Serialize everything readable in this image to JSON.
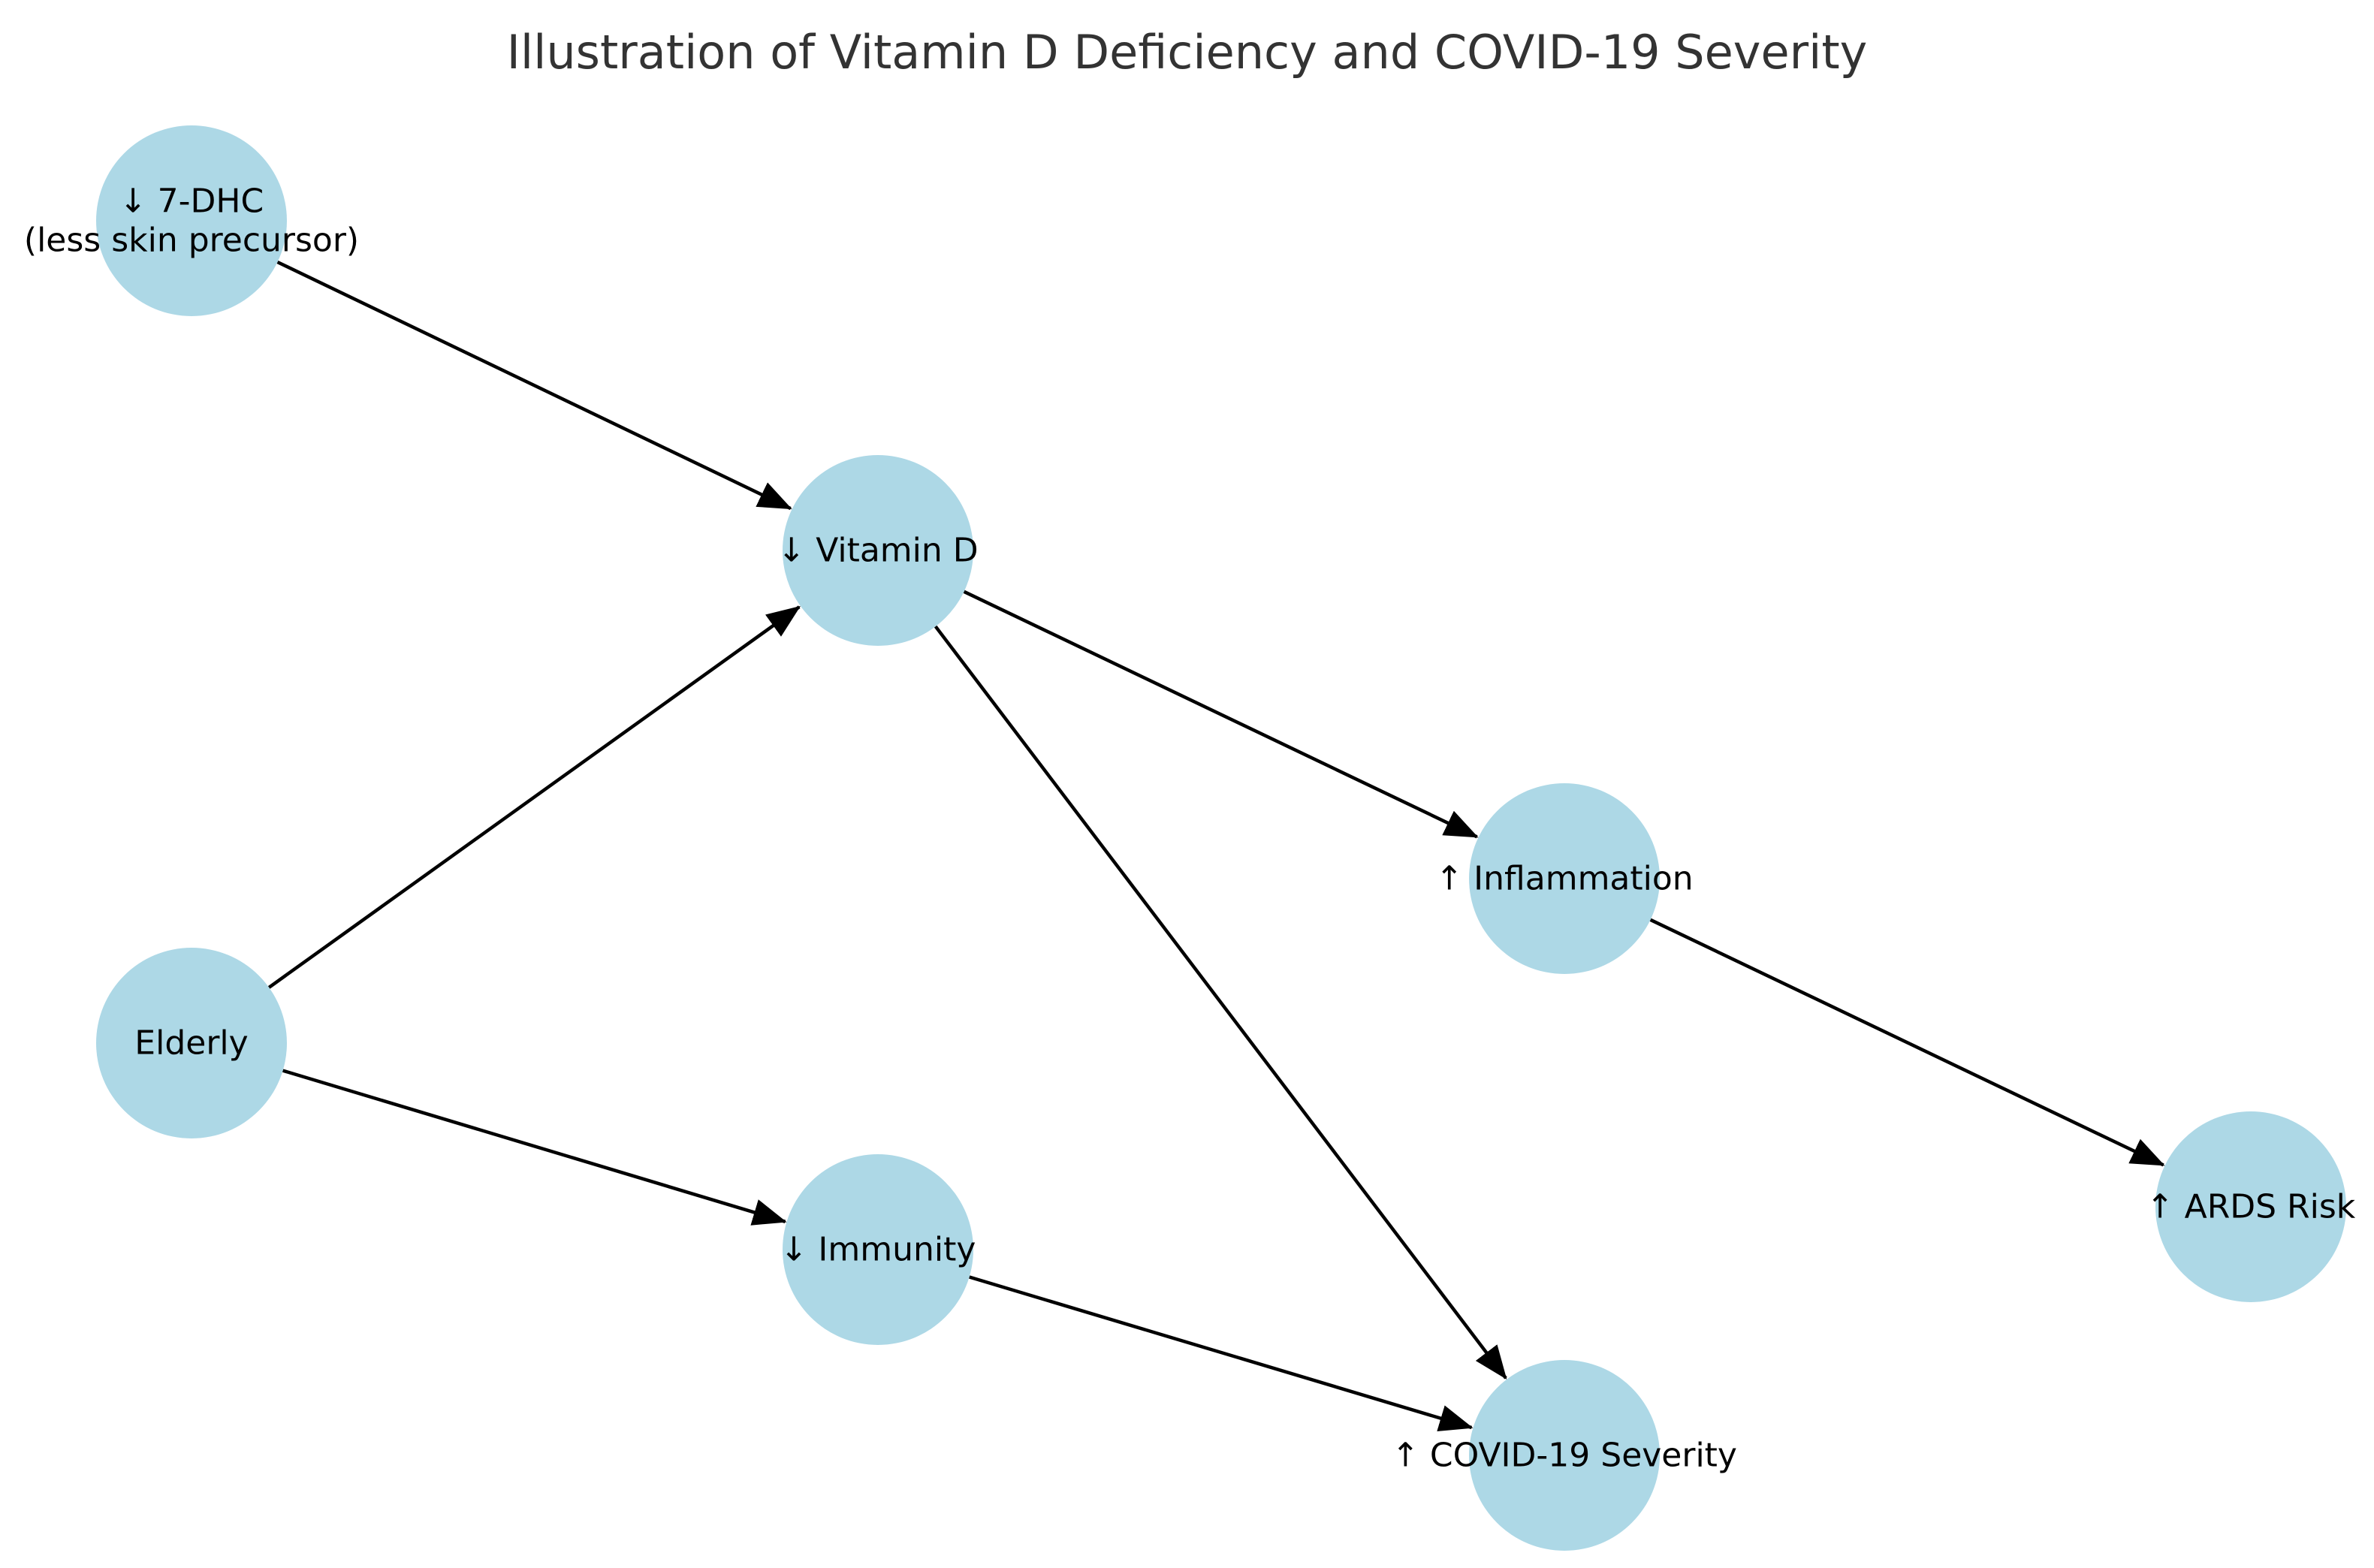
{
  "title": "Illustration of Vitamin D Deficiency and COVID-19 Severity",
  "colors": {
    "node_fill": "#add8e6",
    "edge": "#000000",
    "label": "#000000",
    "title": "#333333"
  },
  "nodes": [
    {
      "id": "dhc",
      "lines": [
        "↓ 7-DHC",
        "(less skin precursor)"
      ]
    },
    {
      "id": "vitd",
      "lines": [
        "↓ Vitamin D"
      ]
    },
    {
      "id": "elderly",
      "lines": [
        "Elderly"
      ]
    },
    {
      "id": "inflammation",
      "lines": [
        "↑ Inflammation"
      ]
    },
    {
      "id": "immunity",
      "lines": [
        "↓ Immunity"
      ]
    },
    {
      "id": "ards",
      "lines": [
        "↑ ARDS Risk"
      ]
    },
    {
      "id": "covid",
      "lines": [
        "↑ COVID-19 Severity"
      ]
    }
  ],
  "edges": [
    {
      "from": "dhc",
      "to": "vitd"
    },
    {
      "from": "elderly",
      "to": "vitd"
    },
    {
      "from": "elderly",
      "to": "immunity"
    },
    {
      "from": "vitd",
      "to": "inflammation"
    },
    {
      "from": "vitd",
      "to": "covid"
    },
    {
      "from": "immunity",
      "to": "covid"
    },
    {
      "from": "inflammation",
      "to": "ards"
    }
  ]
}
